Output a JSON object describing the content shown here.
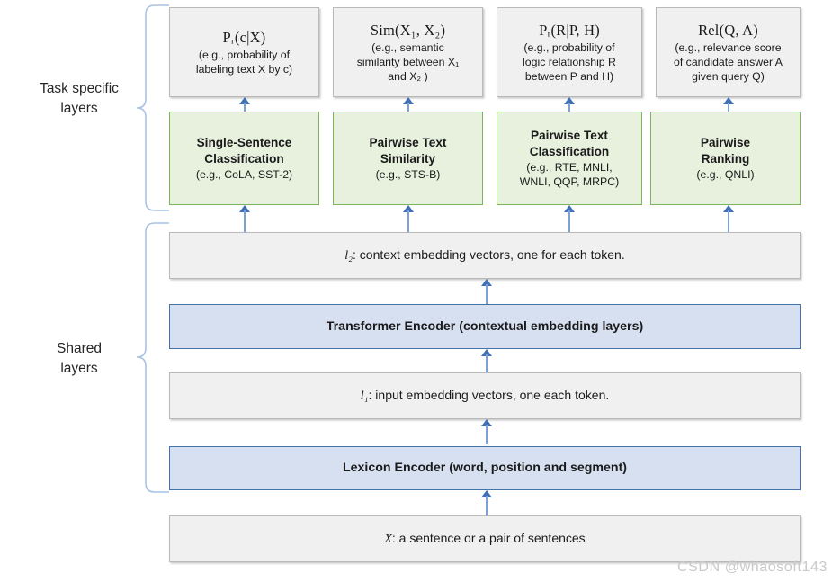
{
  "diagram": {
    "title": "MT-DNN multi-task model architecture",
    "colors": {
      "grey_fill": "#f0f0f0",
      "grey_border": "#b9b9b9",
      "green_fill": "#e7f1de",
      "green_border": "#7cb45c",
      "blue_fill": "#d6e0f1",
      "blue_border": "#4573a7",
      "arrow": "#3f6fb5",
      "brace": "#a9c2e4",
      "watermark": "#c9c9c9"
    },
    "side_labels": [
      {
        "id": "task-specific",
        "line1": "Task specific",
        "line2": "layers"
      },
      {
        "id": "shared",
        "line1": "Shared",
        "line2": "layers"
      }
    ],
    "output_boxes": [
      {
        "id": "output-single-sentence",
        "formula": "Pᵣ(c|X)",
        "lines": [
          "(e.g., probability of",
          "labeling text X by c)"
        ]
      },
      {
        "id": "output-similarity",
        "formula": "Sim(X₁, X₂)",
        "lines": [
          "(e.g., semantic",
          "similarity between X₁",
          "and X₂ )"
        ]
      },
      {
        "id": "output-pairwise-classification",
        "formula": "Pᵣ(R|P, H)",
        "lines": [
          "(e.g., probability of",
          "logic relationship R",
          "between P and H)"
        ]
      },
      {
        "id": "output-ranking",
        "formula": "Rel(Q, A)",
        "lines": [
          "(e.g., relevance score",
          "of candidate answer A",
          "given query Q)"
        ]
      }
    ],
    "task_boxes": [
      {
        "id": "task-single-sentence-classification",
        "heading": [
          "Single-Sentence",
          "Classification"
        ],
        "examples": [
          "(e.g., CoLA, SST-2)"
        ]
      },
      {
        "id": "task-pairwise-text-similarity",
        "heading": [
          "Pairwise Text",
          "Similarity"
        ],
        "examples": [
          "(e.g., STS-B)"
        ]
      },
      {
        "id": "task-pairwise-text-classification",
        "heading": [
          "Pairwise Text",
          "Classification"
        ],
        "examples": [
          "(e.g., RTE, MNLI,",
          "WNLI, QQP, MRPC)"
        ]
      },
      {
        "id": "task-pairwise-ranking",
        "heading": [
          "Pairwise",
          "Ranking"
        ],
        "examples": [
          "(e.g., QNLI)"
        ]
      }
    ],
    "shared_rows": [
      {
        "id": "l2-context-embedding",
        "style": "grey",
        "symbol": "l₂",
        "text": ": context embedding vectors, one for each token."
      },
      {
        "id": "transformer-encoder",
        "style": "blue",
        "symbol": "",
        "text": "Transformer Encoder (contextual embedding layers)"
      },
      {
        "id": "l1-input-embedding",
        "style": "grey",
        "symbol": "l₁",
        "text": ": input embedding vectors, one each token."
      },
      {
        "id": "lexicon-encoder",
        "style": "blue",
        "symbol": "",
        "text": "Lexicon Encoder (word, position and segment)"
      },
      {
        "id": "input-sentence",
        "style": "grey",
        "symbol": "X",
        "text": ": a sentence or a pair of sentences"
      }
    ],
    "watermark": "CSDN @whaosoft143"
  }
}
